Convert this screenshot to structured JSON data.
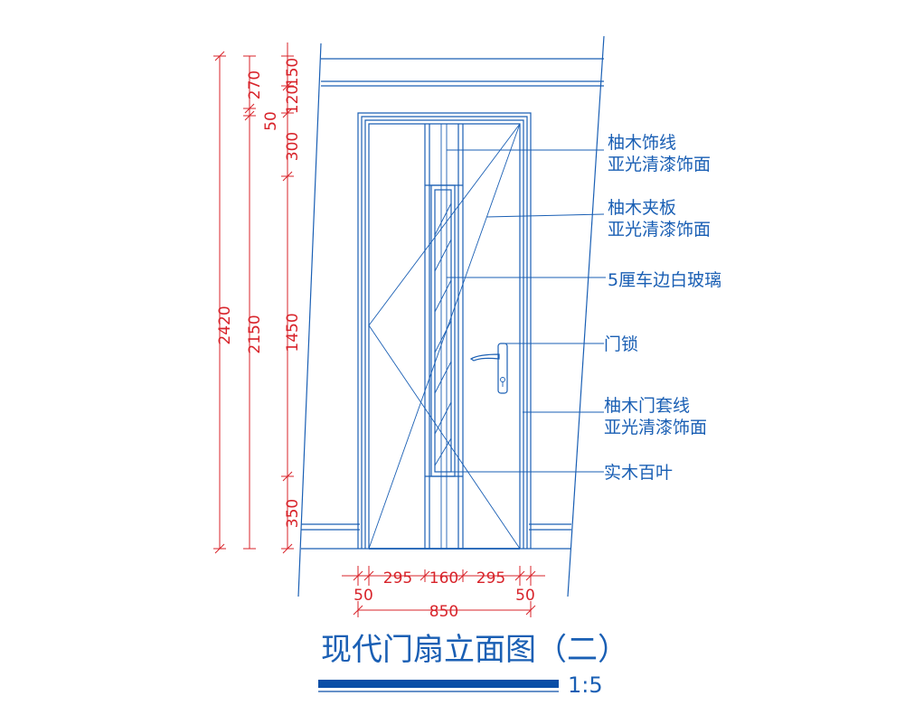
{
  "title": "现代门扇立面图（二）",
  "scale": "1:5",
  "colors": {
    "linework": "#1a5fb4",
    "dimension": "#d8232a",
    "title_bar": "#0a4ea6"
  },
  "annotations": [
    {
      "line1": "柚木饰线",
      "line2": "亚光清漆饰面"
    },
    {
      "line1": "柚木夹板",
      "line2": "亚光清漆饰面"
    },
    {
      "line1": "5厘车边白玻璃",
      "line2": ""
    },
    {
      "line1": "门锁",
      "line2": ""
    },
    {
      "line1": "柚木门套线",
      "line2": "亚光清漆饰面"
    },
    {
      "line1": "实木百叶",
      "line2": ""
    }
  ],
  "dimensions": {
    "vertical_overall": "2420",
    "vertical_door": "2150",
    "vertical_segments_outer": [
      "270",
      "50"
    ],
    "vertical_segments_inner": [
      "150",
      "120",
      "300",
      "1450",
      "350"
    ],
    "horizontal_top": [
      "295",
      "160",
      "295"
    ],
    "horizontal_edges": [
      "50",
      "50"
    ],
    "horizontal_overall": "850"
  }
}
